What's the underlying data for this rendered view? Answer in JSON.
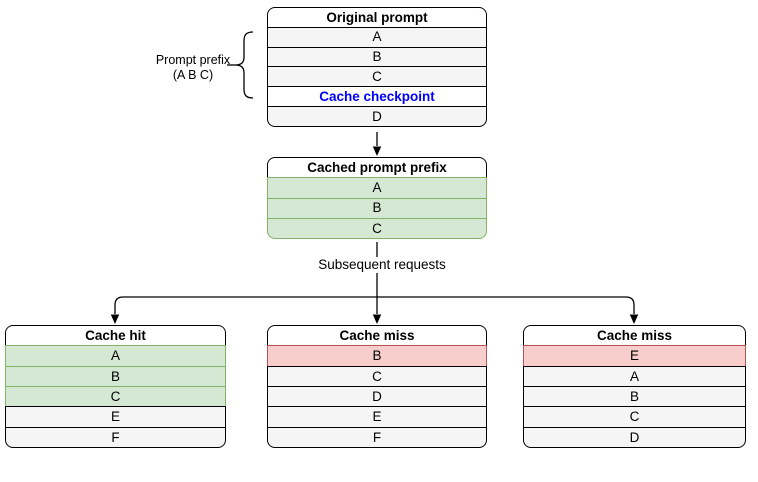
{
  "colors": {
    "line": "#000000",
    "gray_fill": "#f5f5f5",
    "green_fill": "#d5e8d4",
    "green_border": "#82b366",
    "red_fill": "#f8cecc",
    "red_border": "#b85450",
    "checkpoint_text": "#0000ff",
    "background": "#ffffff"
  },
  "annotations": {
    "prompt_prefix_line1": "Prompt prefix",
    "prompt_prefix_line2": "(A B C)",
    "subsequent_requests": "Subsequent requests"
  },
  "tables": {
    "original_prompt": {
      "title": "Original prompt",
      "rows": [
        {
          "label": "A",
          "style": "gray"
        },
        {
          "label": "B",
          "style": "gray"
        },
        {
          "label": "C",
          "style": "gray"
        },
        {
          "label": "Cache checkpoint",
          "style": "checkpoint"
        },
        {
          "label": "D",
          "style": "gray"
        }
      ]
    },
    "cached_prompt_prefix": {
      "title": "Cached prompt prefix",
      "rows": [
        {
          "label": "A",
          "style": "green"
        },
        {
          "label": "B",
          "style": "green"
        },
        {
          "label": "C",
          "style": "green"
        }
      ]
    },
    "cache_hit": {
      "title": "Cache hit",
      "rows": [
        {
          "label": "A",
          "style": "green"
        },
        {
          "label": "B",
          "style": "green"
        },
        {
          "label": "C",
          "style": "green"
        },
        {
          "label": "E",
          "style": "gray"
        },
        {
          "label": "F",
          "style": "gray"
        }
      ]
    },
    "cache_miss_center": {
      "title": "Cache miss",
      "rows": [
        {
          "label": "B",
          "style": "red"
        },
        {
          "label": "C",
          "style": "gray"
        },
        {
          "label": "D",
          "style": "gray"
        },
        {
          "label": "E",
          "style": "gray"
        },
        {
          "label": "F",
          "style": "gray"
        }
      ]
    },
    "cache_miss_right": {
      "title": "Cache miss",
      "rows": [
        {
          "label": "E",
          "style": "red"
        },
        {
          "label": "A",
          "style": "gray"
        },
        {
          "label": "B",
          "style": "gray"
        },
        {
          "label": "C",
          "style": "gray"
        },
        {
          "label": "D",
          "style": "gray"
        }
      ]
    }
  }
}
